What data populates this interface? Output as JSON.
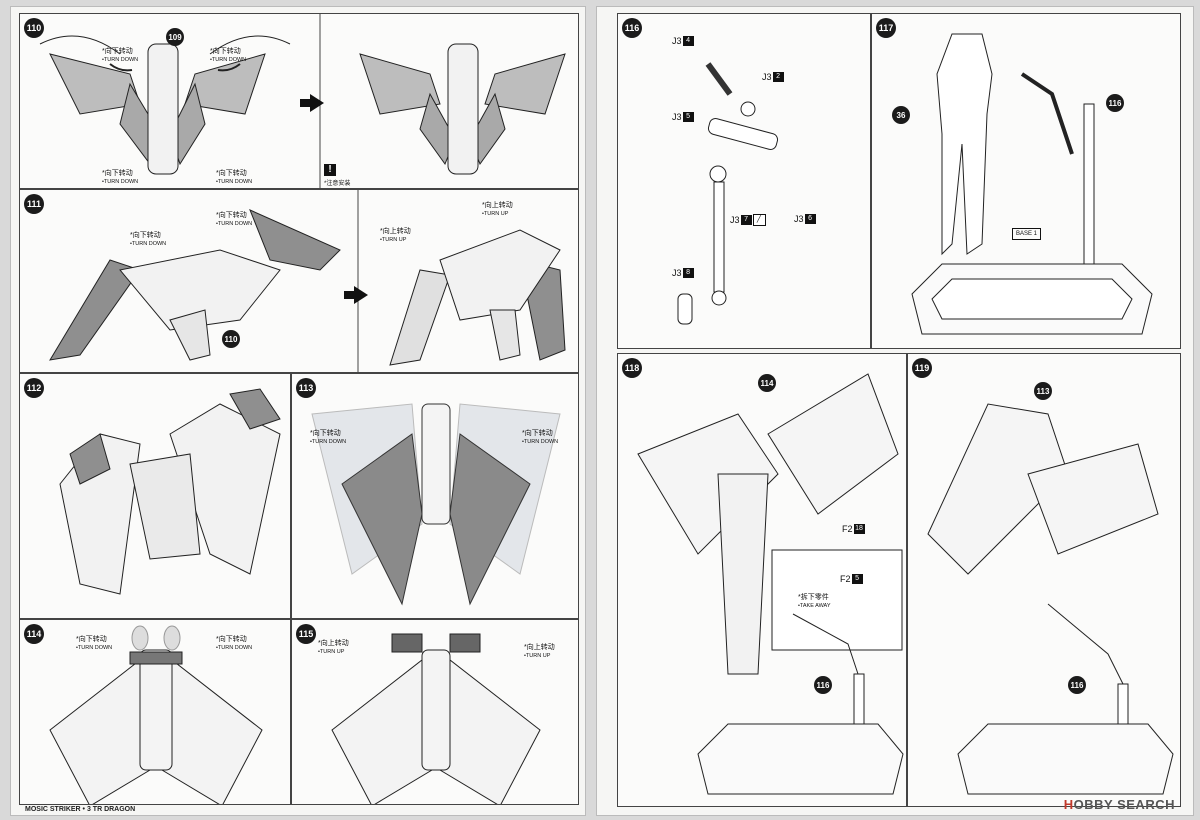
{
  "left_page": {
    "steps": [
      {
        "n": "110",
        "callouts": [
          "109"
        ],
        "notes": [
          {
            "zh": "*向下转动",
            "en": "•TURN DOWN"
          },
          {
            "zh": "*向下转动",
            "en": "•TURN DOWN"
          },
          {
            "zh": "*向下转动",
            "en": "•TURN DOWN"
          },
          {
            "zh": "*向下转动",
            "en": "•TURN DOWN"
          }
        ],
        "warning": "*注意安装"
      },
      {
        "n": "111",
        "callouts": [
          "110"
        ],
        "notes": [
          {
            "zh": "*向下转动",
            "en": "•TURN DOWN"
          },
          {
            "zh": "*向下转动",
            "en": "•TURN DOWN"
          },
          {
            "zh": "*向上转动",
            "en": "•TURN UP"
          },
          {
            "zh": "*向上转动",
            "en": "•TURN UP"
          }
        ]
      },
      {
        "n": "112"
      },
      {
        "n": "113",
        "notes": [
          {
            "zh": "*向下转动",
            "en": "•TURN DOWN"
          },
          {
            "zh": "*向下转动",
            "en": "•TURN DOWN"
          }
        ]
      },
      {
        "n": "114",
        "notes": [
          {
            "zh": "*向下转动",
            "en": "•TURN DOWN"
          },
          {
            "zh": "*向下转动",
            "en": "•TURN DOWN"
          }
        ]
      },
      {
        "n": "115",
        "notes": [
          {
            "zh": "*向上转动",
            "en": "•TURN UP"
          },
          {
            "zh": "*向上转动",
            "en": "•TURN UP"
          }
        ]
      }
    ],
    "footer": "MOSIC STRIKER • 3 TR DRAGON"
  },
  "right_page": {
    "steps": [
      {
        "n": "116",
        "parts": [
          {
            "g": "J3",
            "p": "4"
          },
          {
            "g": "J3",
            "p": "2"
          },
          {
            "g": "J3",
            "p": "5"
          },
          {
            "g": "J3",
            "p": "7"
          },
          {
            "g": "J3",
            "p": "6"
          },
          {
            "g": "J3",
            "p": "8"
          }
        ]
      },
      {
        "n": "117",
        "callouts": [
          "36",
          "116"
        ],
        "base_label": "BASE 1"
      },
      {
        "n": "118",
        "callouts": [
          "114",
          "116"
        ],
        "parts": [
          {
            "g": "F2",
            "p": "18"
          },
          {
            "g": "F2",
            "p": "5"
          }
        ],
        "note": {
          "zh": "*拆下零件",
          "en": "•TAKE AWAY"
        }
      },
      {
        "n": "119",
        "callouts": [
          "113",
          "116"
        ]
      }
    ]
  },
  "watermark": {
    "prefix": "H",
    "text": "OBBY SEARCH"
  }
}
